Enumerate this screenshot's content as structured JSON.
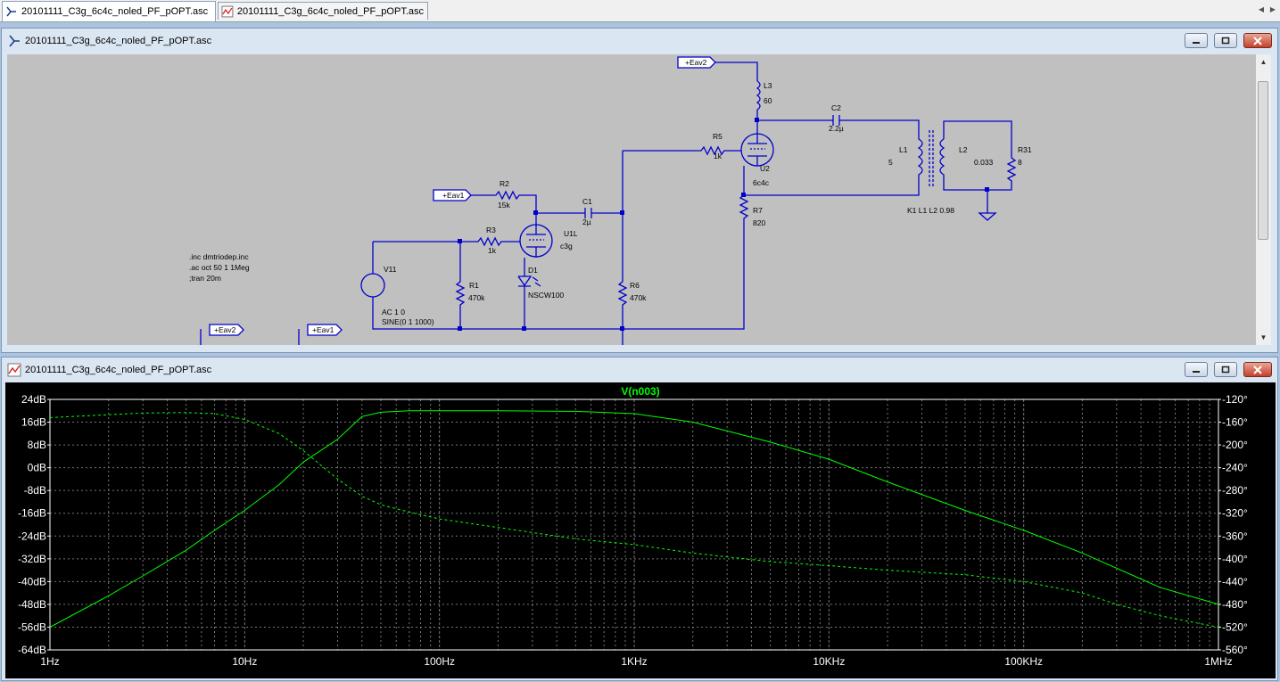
{
  "tabs": [
    {
      "label": "20101111_C3g_6c4c_noled_PF_pOPT.asc",
      "icon": "schematic-icon",
      "active": true
    },
    {
      "label": "20101111_C3g_6c4c_noled_PF_pOPT.asc",
      "icon": "waveform-icon",
      "active": false
    }
  ],
  "schematic_window": {
    "title": "20101111_C3g_6c4c_noled_PF_pOPT.asc",
    "icon": "schematic-icon",
    "directives": [
      ".inc dmtriodep.inc",
      ".ac oct 50 1 1Meg",
      ";tran 20m"
    ],
    "labels": {
      "eav2_top": "+Eav2",
      "eav1": "+Eav1",
      "eav2_bot": "+Eav2",
      "eav1_bot": "+Eav1",
      "L3": "L3",
      "L3_val": "60",
      "C2": "C2",
      "C2_val": "2.2µ",
      "R5": "R5",
      "R5_val": "1k",
      "U2": "U2",
      "U2_val": "6c4c",
      "L1": "L1",
      "L1_val": "5",
      "L2": "L2",
      "L2_val": "0.033",
      "R31": "R31",
      "R31_val": "8",
      "K1": "K1 L1 L2 0.98",
      "R7": "R7",
      "R7_val": "820",
      "R2": "R2",
      "R2_val": "15k",
      "C1": "C1",
      "C1_val": "2µ",
      "R3": "R3",
      "R3_val": "1k",
      "U1": "U1L",
      "U1_val": "c3g",
      "D1": "D1",
      "D1_val": "NSCW100",
      "R1": "R1",
      "R1_val": "470k",
      "R6": "R6",
      "R6_val": "470k",
      "V11": "V11",
      "V11_ac": "AC 1 0",
      "V11_sine": "SINE(0 1 1000)"
    }
  },
  "plot_window": {
    "title": "20101111_C3g_6c4c_noled_PF_pOPT.asc",
    "icon": "waveform-icon",
    "trace_label": "V(n003)",
    "trace_color": "#00ff00",
    "background": "#000000",
    "left_ticks": [
      "24dB",
      "16dB",
      "8dB",
      "0dB",
      "-8dB",
      "-16dB",
      "-24dB",
      "-32dB",
      "-40dB",
      "-48dB",
      "-56dB",
      "-64dB"
    ],
    "right_ticks": [
      "-120°",
      "-160°",
      "-200°",
      "-240°",
      "-280°",
      "-320°",
      "-360°",
      "-400°",
      "-440°",
      "-480°",
      "-520°",
      "-560°"
    ],
    "x_ticks": [
      "1Hz",
      "10Hz",
      "100Hz",
      "1KHz",
      "10KHz",
      "100KHz",
      "1MHz"
    ]
  },
  "chart_data": {
    "type": "line",
    "title": "V(n003)",
    "x_scale": "log",
    "xlim": [
      1,
      1000000
    ],
    "ylim_left": [
      -64,
      24
    ],
    "ylim_right": [
      -560,
      -120
    ],
    "grid": true,
    "series": [
      {
        "name": "V(n003)",
        "style": "solid",
        "axis": "left",
        "unit": "dB",
        "x": [
          1,
          2,
          3,
          5,
          7,
          10,
          15,
          20,
          30,
          40,
          50,
          70,
          100,
          200,
          500,
          1000,
          2000,
          5000,
          10000,
          20000,
          50000,
          100000,
          200000,
          500000,
          1000000
        ],
        "values": [
          -56,
          -45,
          -38,
          -29,
          -22,
          -15,
          -6,
          2,
          10,
          18,
          19.5,
          20,
          20,
          20,
          19.8,
          19,
          16,
          9,
          3,
          -5,
          -15,
          -22,
          -30,
          -42,
          -48
        ]
      },
      {
        "name": "phase",
        "style": "dashed",
        "axis": "right",
        "unit": "°",
        "x": [
          1,
          2,
          3,
          5,
          7,
          10,
          15,
          20,
          30,
          40,
          50,
          70,
          100,
          200,
          500,
          1000,
          2000,
          5000,
          10000,
          20000,
          50000,
          100000,
          200000,
          300000,
          500000,
          1000000
        ],
        "values": [
          -152,
          -147,
          -144,
          -143,
          -145,
          -155,
          -180,
          -210,
          -260,
          -290,
          -305,
          -318,
          -330,
          -345,
          -365,
          -375,
          -390,
          -405,
          -412,
          -420,
          -428,
          -440,
          -460,
          -480,
          -500,
          -520
        ]
      }
    ]
  }
}
